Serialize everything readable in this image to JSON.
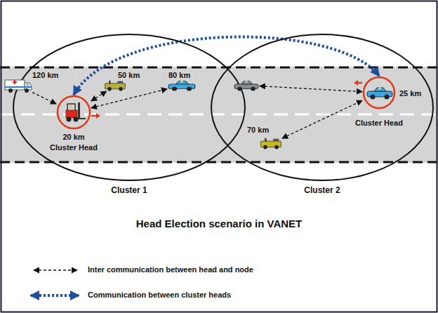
{
  "diagram": {
    "title": "Head Election scenario in VANET",
    "nodes": [
      {
        "text": [
          "Cluster 1"
        ]
      },
      {
        "text": [
          "Cluster 2"
        ]
      },
      {
        "text": [
          "120 km"
        ],
        "in": 0
      },
      {
        "text": [
          "20 km",
          "Cluster Head"
        ],
        "in": 0
      },
      {
        "text": [
          "50 km"
        ],
        "in": 0
      },
      {
        "text": [
          "80 km"
        ],
        "in": 0
      },
      {
        "text": [],
        "in": 1
      },
      {
        "text": [
          "25 km",
          "Cluster Head"
        ],
        "in": 1
      },
      {
        "text": [
          "70 km"
        ],
        "in": 1
      }
    ],
    "edges": [
      {
        "from": 2,
        "to": 3,
        "arrow": "to"
      },
      {
        "from": 3,
        "to": 4,
        "arrow": "both"
      },
      {
        "from": 3,
        "to": 5,
        "arrow": "both"
      },
      {
        "from": 6,
        "to": 7,
        "arrow": "both"
      },
      {
        "from": 8,
        "to": 7,
        "arrow": "both"
      },
      {
        "from": 3,
        "to": 7,
        "arrow": "both"
      }
    ],
    "legend": [
      {
        "text": "Inter communication between head and node"
      },
      {
        "text": "Communication between cluster heads"
      }
    ]
  }
}
